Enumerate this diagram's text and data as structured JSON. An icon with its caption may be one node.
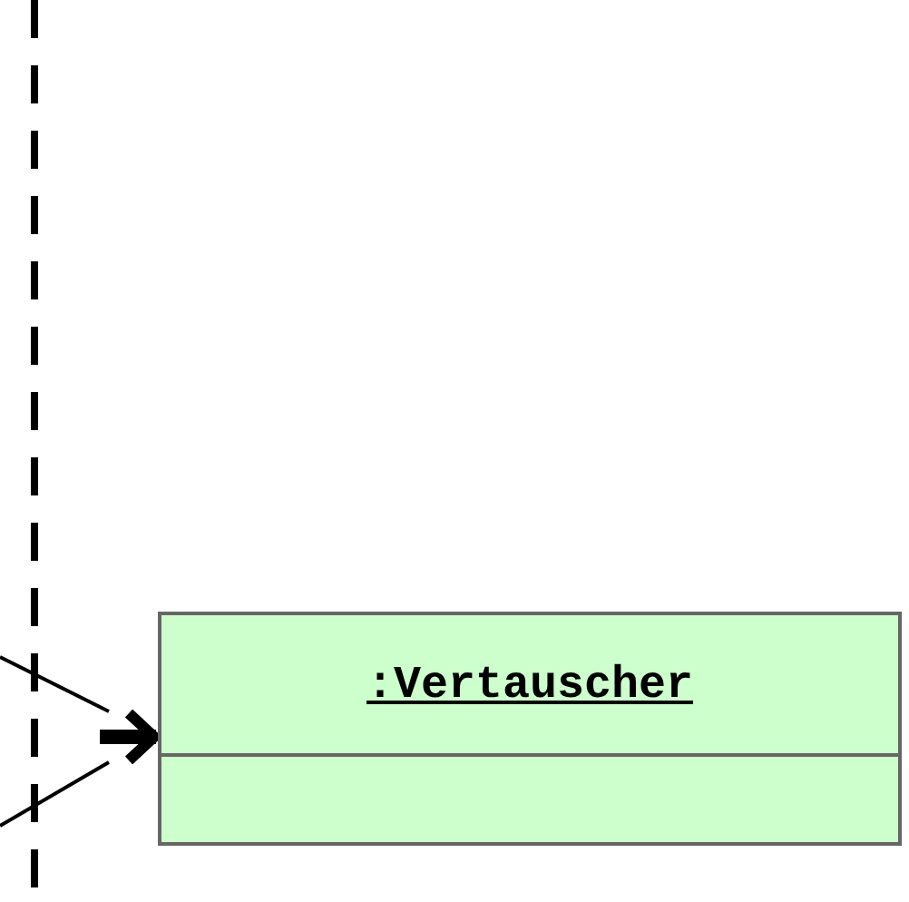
{
  "diagram": {
    "nodes": [
      {
        "text": [],
        "shape": "line"
      },
      {
        "text": [
          ":Vertauscher"
        ]
      }
    ],
    "edges": [
      {
        "from": null,
        "to": 1,
        "arrow": "to"
      }
    ]
  }
}
